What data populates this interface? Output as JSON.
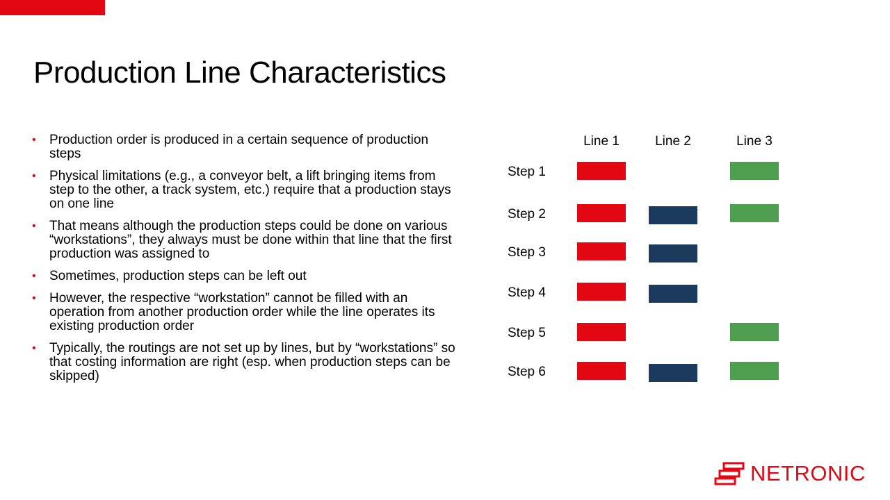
{
  "title": "Production Line Characteristics",
  "bullets": [
    "Production order is produced in a certain sequence of production steps",
    "Physical limitations (e.g., a conveyor belt, a lift bringing items from step to the other, a track system, etc.) require that a production stays on one line",
    "That means although the production steps could be done on various “workstations”, they always must be done within that line that the first production was assigned to",
    "Sometimes, production steps can be left out",
    "However, the respective “workstation” cannot be filled with an operation from another production order while the line operates its existing production order",
    "Typically, the routings are not set up by lines, but by “workstations” so that costing information are right (esp. when production steps can be skipped)"
  ],
  "diagram": {
    "lines": [
      {
        "label": "Line 1",
        "color": "#e30613"
      },
      {
        "label": "Line 2",
        "color": "#1c3a5e"
      },
      {
        "label": "Line 3",
        "color": "#4f9e4f"
      }
    ],
    "steps": [
      {
        "label": "Step 1",
        "active": [
          true,
          false,
          true
        ]
      },
      {
        "label": "Step 2",
        "active": [
          true,
          true,
          true
        ]
      },
      {
        "label": "Step 3",
        "active": [
          true,
          true,
          false
        ]
      },
      {
        "label": "Step 4",
        "active": [
          true,
          true,
          false
        ]
      },
      {
        "label": "Step 5",
        "active": [
          true,
          false,
          true
        ]
      },
      {
        "label": "Step 6",
        "active": [
          true,
          true,
          true
        ]
      }
    ]
  },
  "logo": {
    "text": "NETRONIC",
    "color": "#e30613"
  },
  "colors": {
    "accent": "#e30613"
  }
}
